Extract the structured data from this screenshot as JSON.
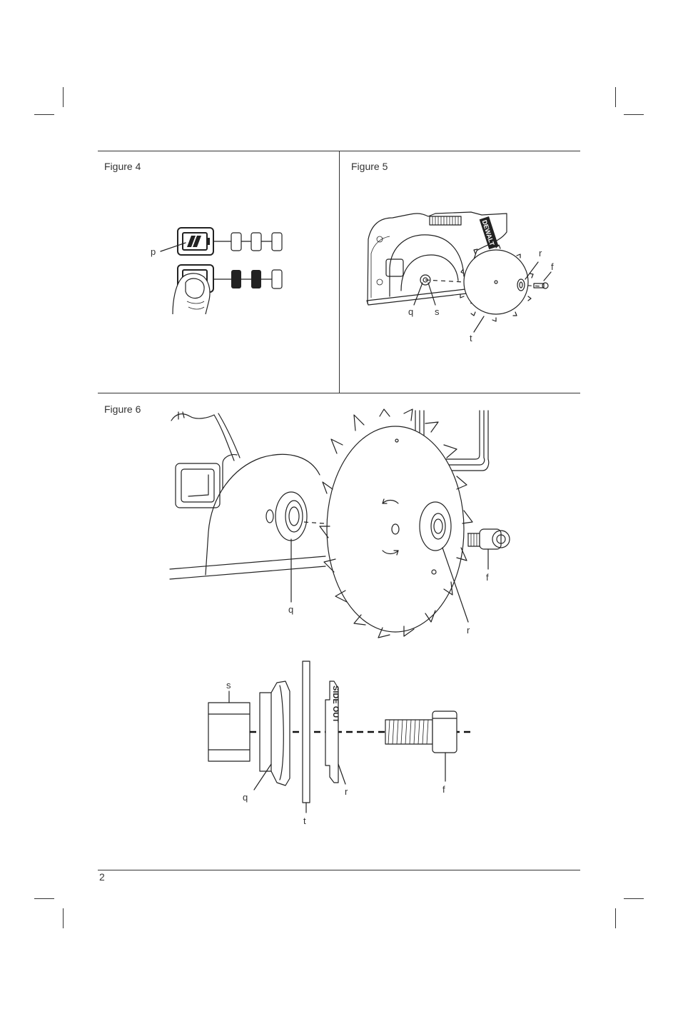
{
  "figures": {
    "fig4": {
      "caption": "Figure 4",
      "labels": {
        "p": "p"
      }
    },
    "fig5": {
      "caption": "Figure 5",
      "labels": {
        "q": "q",
        "s": "s",
        "r": "r",
        "f": "f",
        "t": "t"
      }
    },
    "fig6": {
      "caption": "Figure 6",
      "top_labels": {
        "q": "q",
        "r": "r",
        "f": "f"
      },
      "exploded_labels": {
        "s": "s",
        "q": "q",
        "t": "t",
        "r": "r",
        "f": "f"
      },
      "flange_marking": "SIDE OUT"
    }
  },
  "brand_mark": "DEWALT",
  "page_number": "2"
}
